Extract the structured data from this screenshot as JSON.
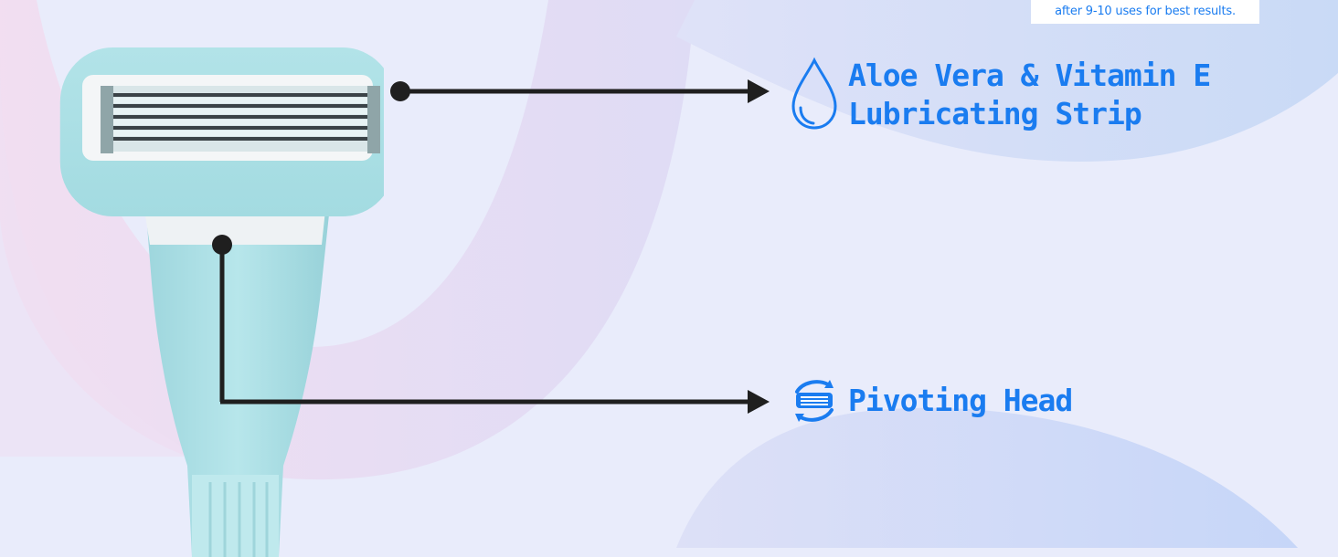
{
  "note": {
    "text": "after 9-10 uses for best results."
  },
  "features": [
    {
      "icon": "water-drop-icon",
      "label": "Aloe Vera & Vitamin E\nLubricating Strip"
    },
    {
      "icon": "pivoting-head-icon",
      "label": "Pivoting Head"
    }
  ],
  "colors": {
    "accent": "#1a7cf0",
    "background": "#e9ecfb",
    "razor_body": "#a6dde3",
    "connector": "#1f1f1f"
  }
}
